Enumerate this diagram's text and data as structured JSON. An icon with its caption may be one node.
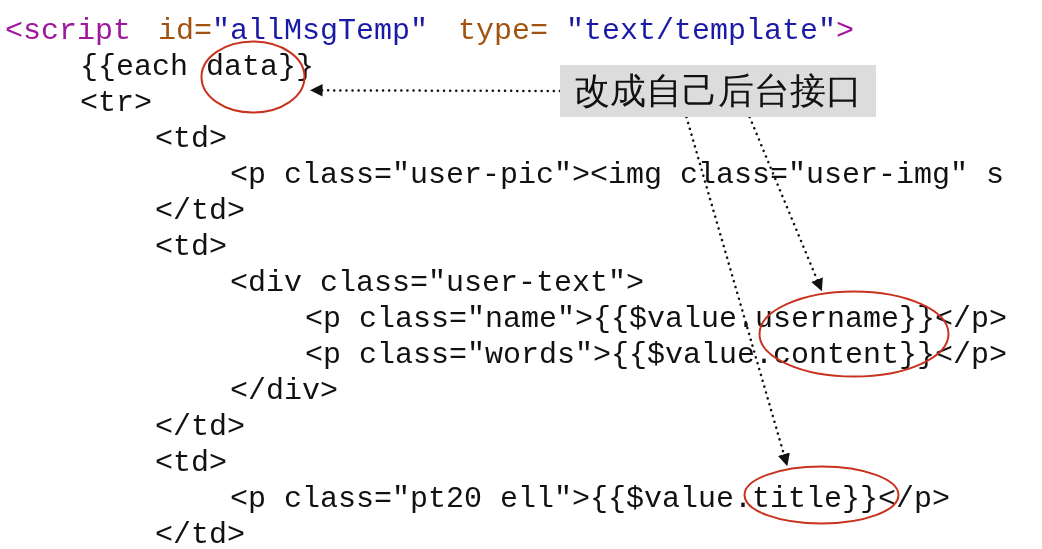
{
  "diagram": {
    "nodes": [
      {
        "text": [
          "改成自己后台接口"
        ]
      },
      {
        "text": [],
        "shape": "ellipse"
      },
      {
        "text": [],
        "shape": "ellipse"
      },
      {
        "text": [],
        "shape": "ellipse"
      }
    ],
    "edges": [
      {
        "from": 0,
        "to": 1,
        "arrow": "to",
        "style": "dashed"
      },
      {
        "from": 0,
        "to": 2,
        "arrow": "to",
        "style": "dashed"
      },
      {
        "from": 0,
        "to": 3,
        "arrow": "to",
        "style": "dashed"
      }
    ],
    "labels": [
      "<script",
      "id=",
      "\"allMsgTemp\"",
      "type=",
      "\"text/template\"",
      ">",
      "{{each data}}",
      "<tr>",
      "<td>",
      "<p class=\"user-pic\"><img class=\"user-img\" s",
      "</td>",
      "<td>",
      "<div class=\"user-text\">",
      "<p class=\"name\">{{$value.username}}</p>",
      "<p class=\"words\">{{$value.content}}</p>",
      "</div>",
      "</td>",
      "<td>",
      "<p class=\"pt20 ell\">{{$value.title}}</p>",
      "</td>"
    ]
  }
}
